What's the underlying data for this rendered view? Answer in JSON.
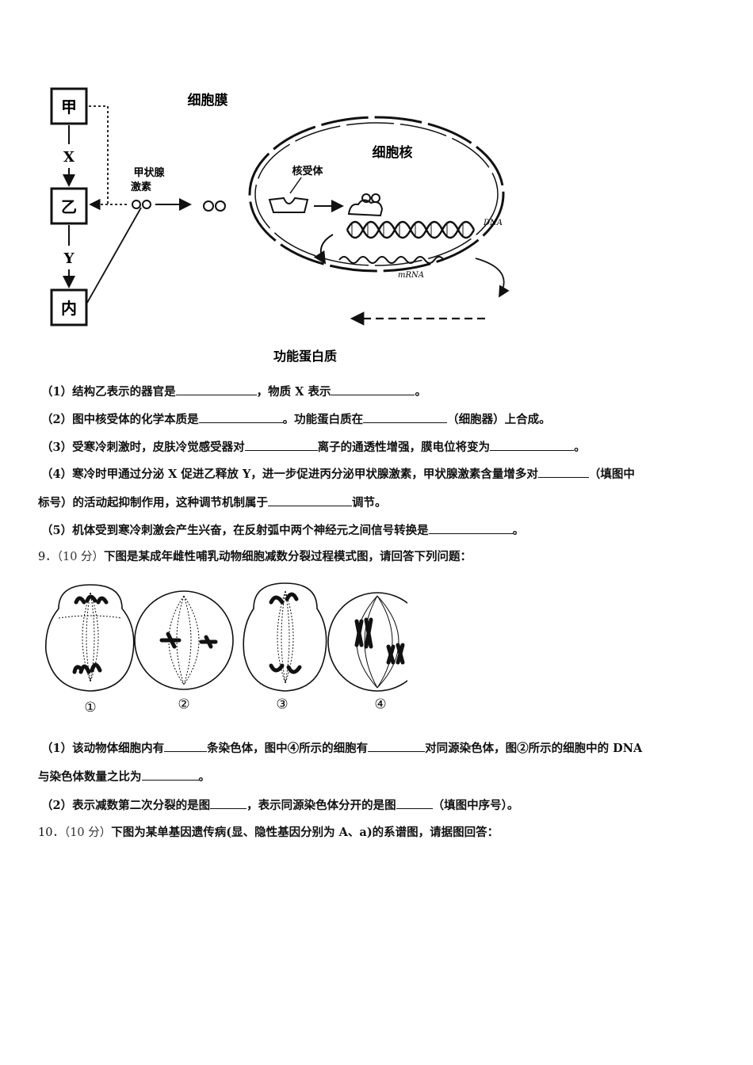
{
  "figure1": {
    "box_jia": "甲",
    "box_yi": "乙",
    "box_bing": "内",
    "label_x": "X",
    "label_y": "Y",
    "hormone_label_line1": "甲状腺",
    "hormone_label_line2": "激素",
    "cell_membrane": "细胞膜",
    "nucleus": "细胞核",
    "receptor": "核受体",
    "dna": "DNA",
    "mrna": "mRNA",
    "functional_protein": "功能蛋白质"
  },
  "q8": {
    "s1_a": "（1）结构乙表示的器官是",
    "s1_b": "，物质 X 表示",
    "s1_c": "。",
    "s2_a": "（2）图中核受体的化学本质是",
    "s2_b": "。功能蛋白质在",
    "s2_c": "（细胞器）上合成。",
    "s3_a": "（3）受寒冷刺激时，皮肤冷觉感受器对",
    "s3_b": "离子的通透性增强，膜电位将变为",
    "s3_c": "。",
    "s4_a": "（4）寒冷时甲通过分泌 X 促进乙释放 Y，进一步促进丙分泌甲状腺激素，甲状腺激素含量增多对",
    "s4_b": "（填图中",
    "s4_c": "标号）的活动起抑制作用，这种调节机制属于",
    "s4_d": "调节。",
    "s5_a": "（5）机体受到寒冷刺激会产生兴奋，在反射弧中两个神经元之间信号转换是",
    "s5_b": "。"
  },
  "q9": {
    "num": "9．",
    "score": "（10 分）",
    "title": "下图是某成年雌性哺乳动物细胞减数分裂过程模式图，请回答下列问题：",
    "labels": [
      "①",
      "②",
      "③",
      "④"
    ],
    "s1_a": "（1）该动物体细胞内有",
    "s1_b": "条染色体，图中④所示的细胞有",
    "s1_c": "对同源染色体，图②所示的细胞中的 DNA",
    "s1_d": "与染色体数量之比为",
    "s1_e": "。",
    "s2_a": "（2）表示减数第二次分裂的是图",
    "s2_b": "，表示同源染色体分开的是图",
    "s2_c": "（填图中序号）。"
  },
  "q10": {
    "num": "10．",
    "score": "（10 分）",
    "title": "下图为某单基因遗传病(显、隐性基因分别为 A、a)的系谱图，请据图回答："
  }
}
